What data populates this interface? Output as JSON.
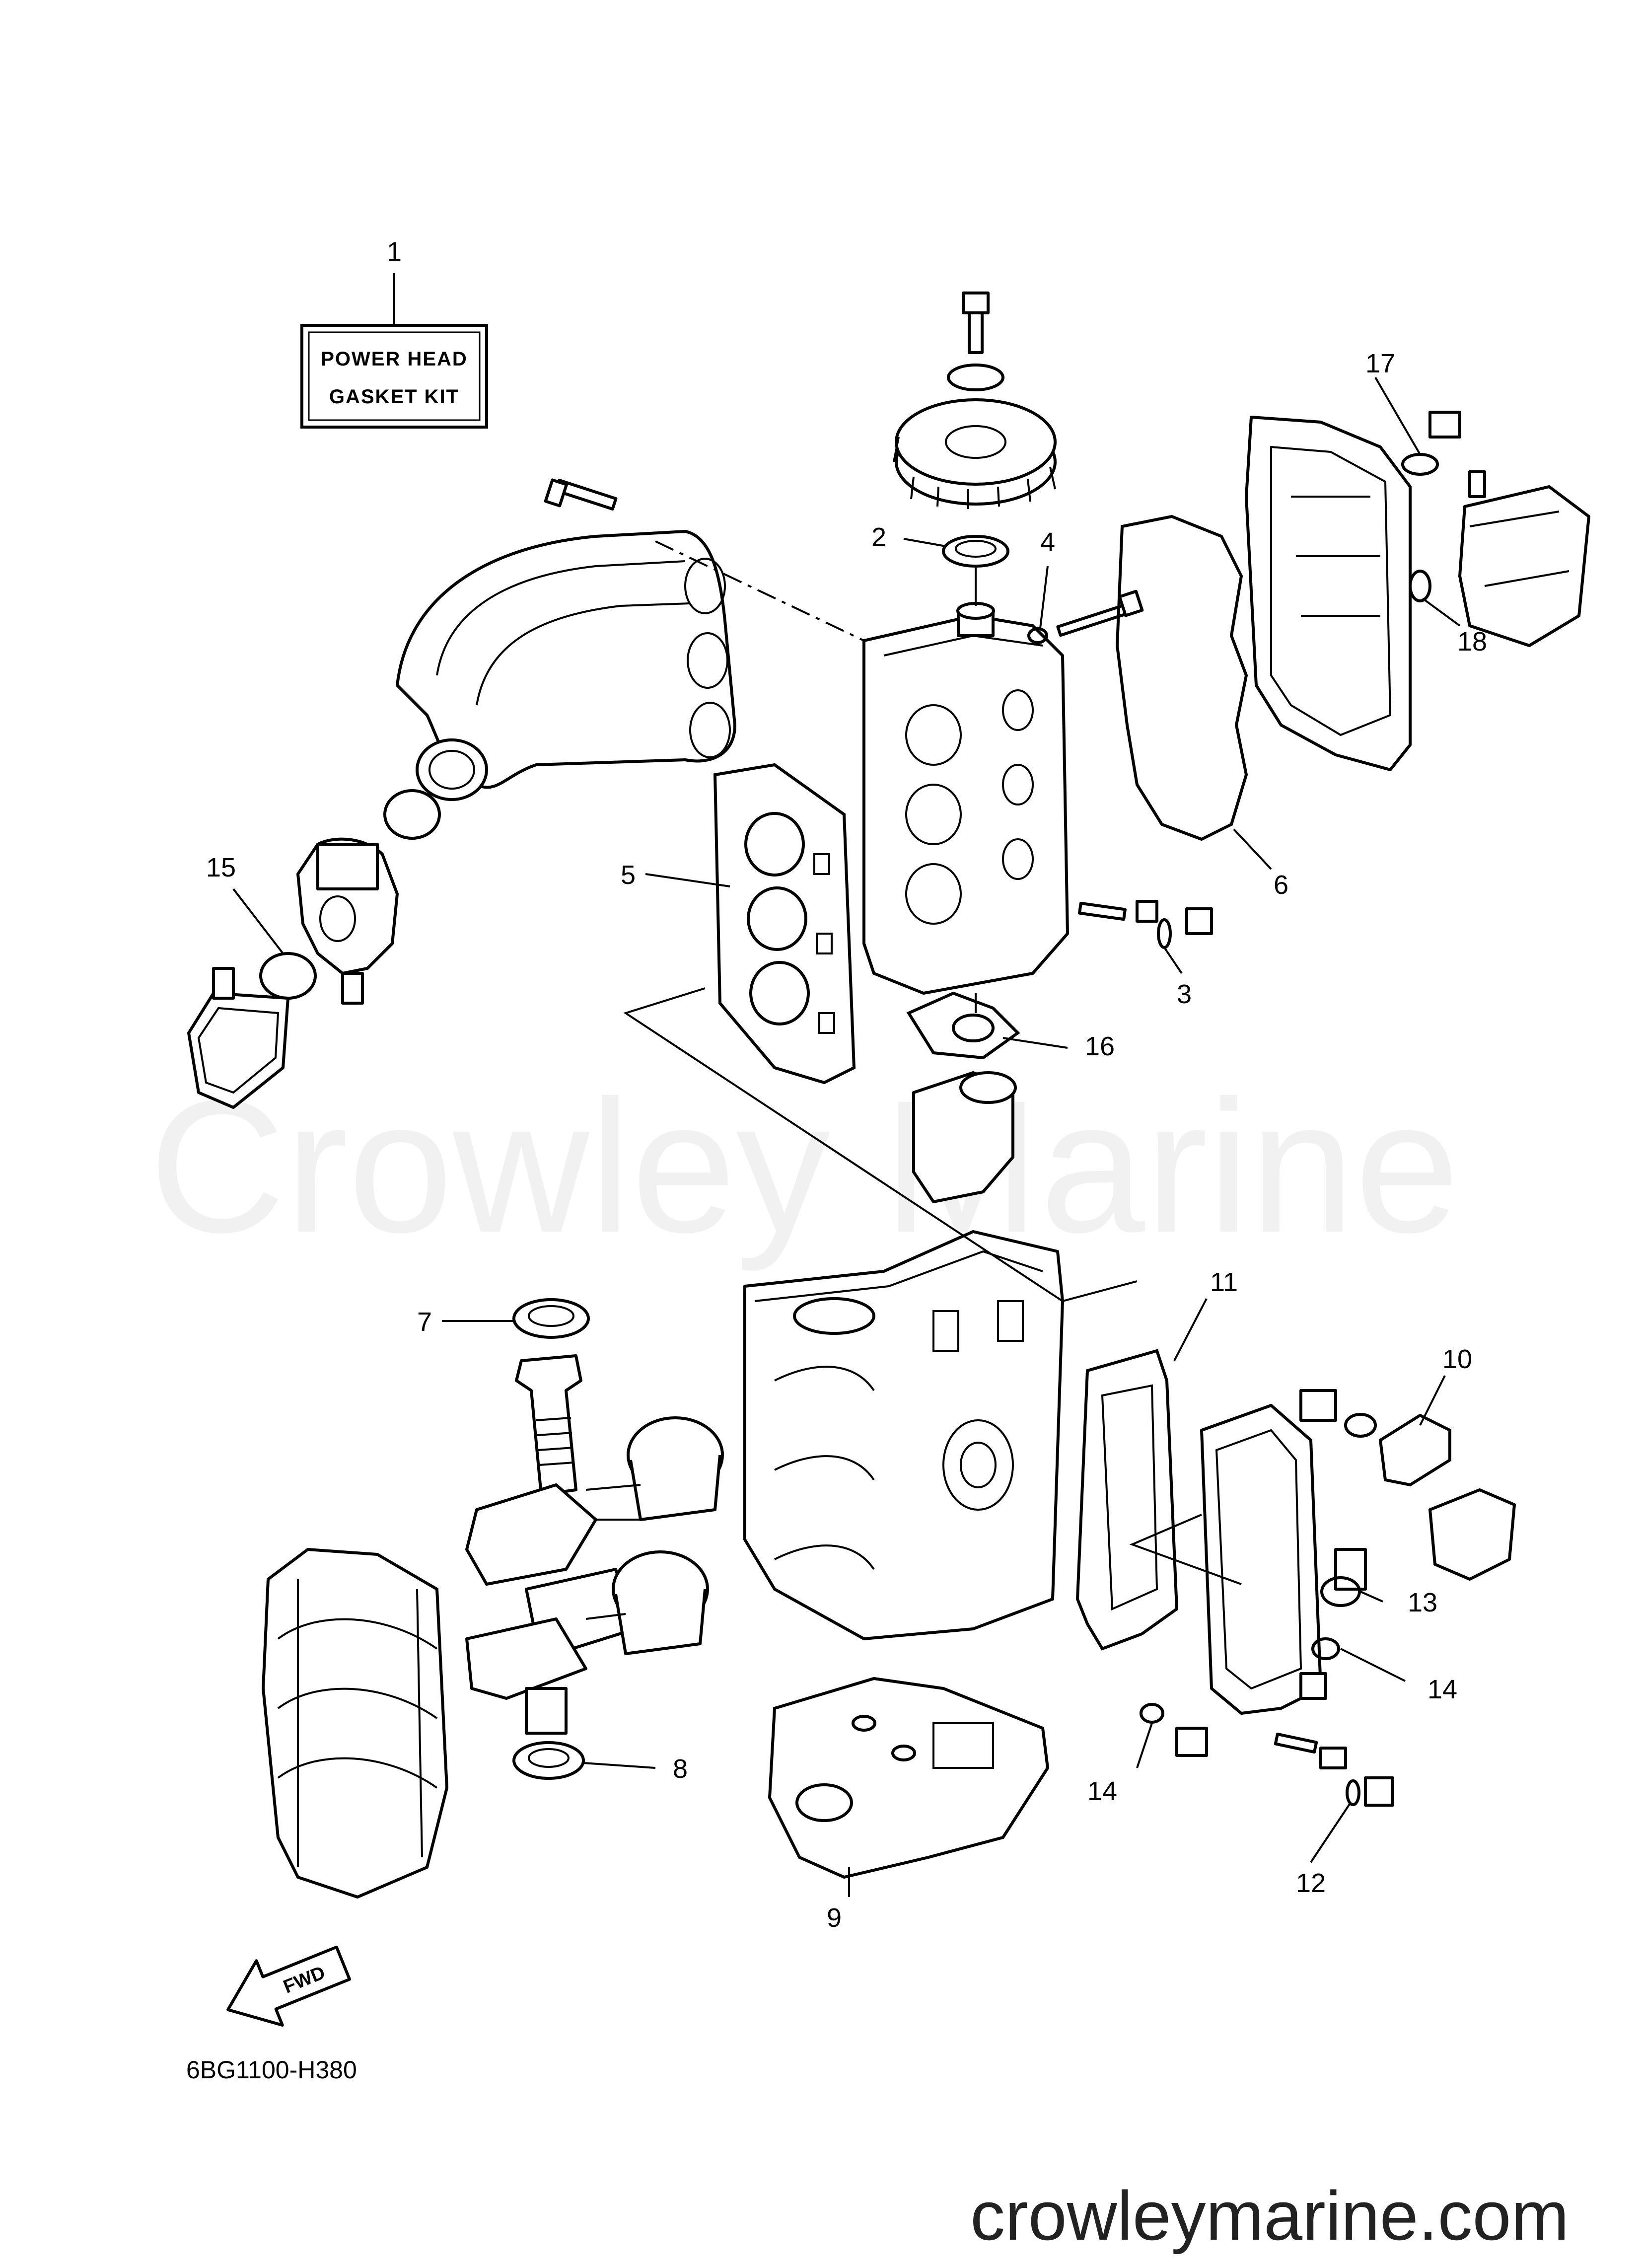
{
  "kit_label": {
    "line1": "POWER HEAD",
    "line2": "GASKET KIT"
  },
  "watermark": "Crowley Marine",
  "diagram_code": "6BG1100-H380",
  "site_url": "crowleymarine.com",
  "fwd_label": "FWD",
  "callouts": [
    "1",
    "2",
    "3",
    "4",
    "5",
    "6",
    "7",
    "8",
    "9",
    "10",
    "11",
    "12",
    "13",
    "14",
    "14",
    "15",
    "16",
    "17",
    "18"
  ]
}
